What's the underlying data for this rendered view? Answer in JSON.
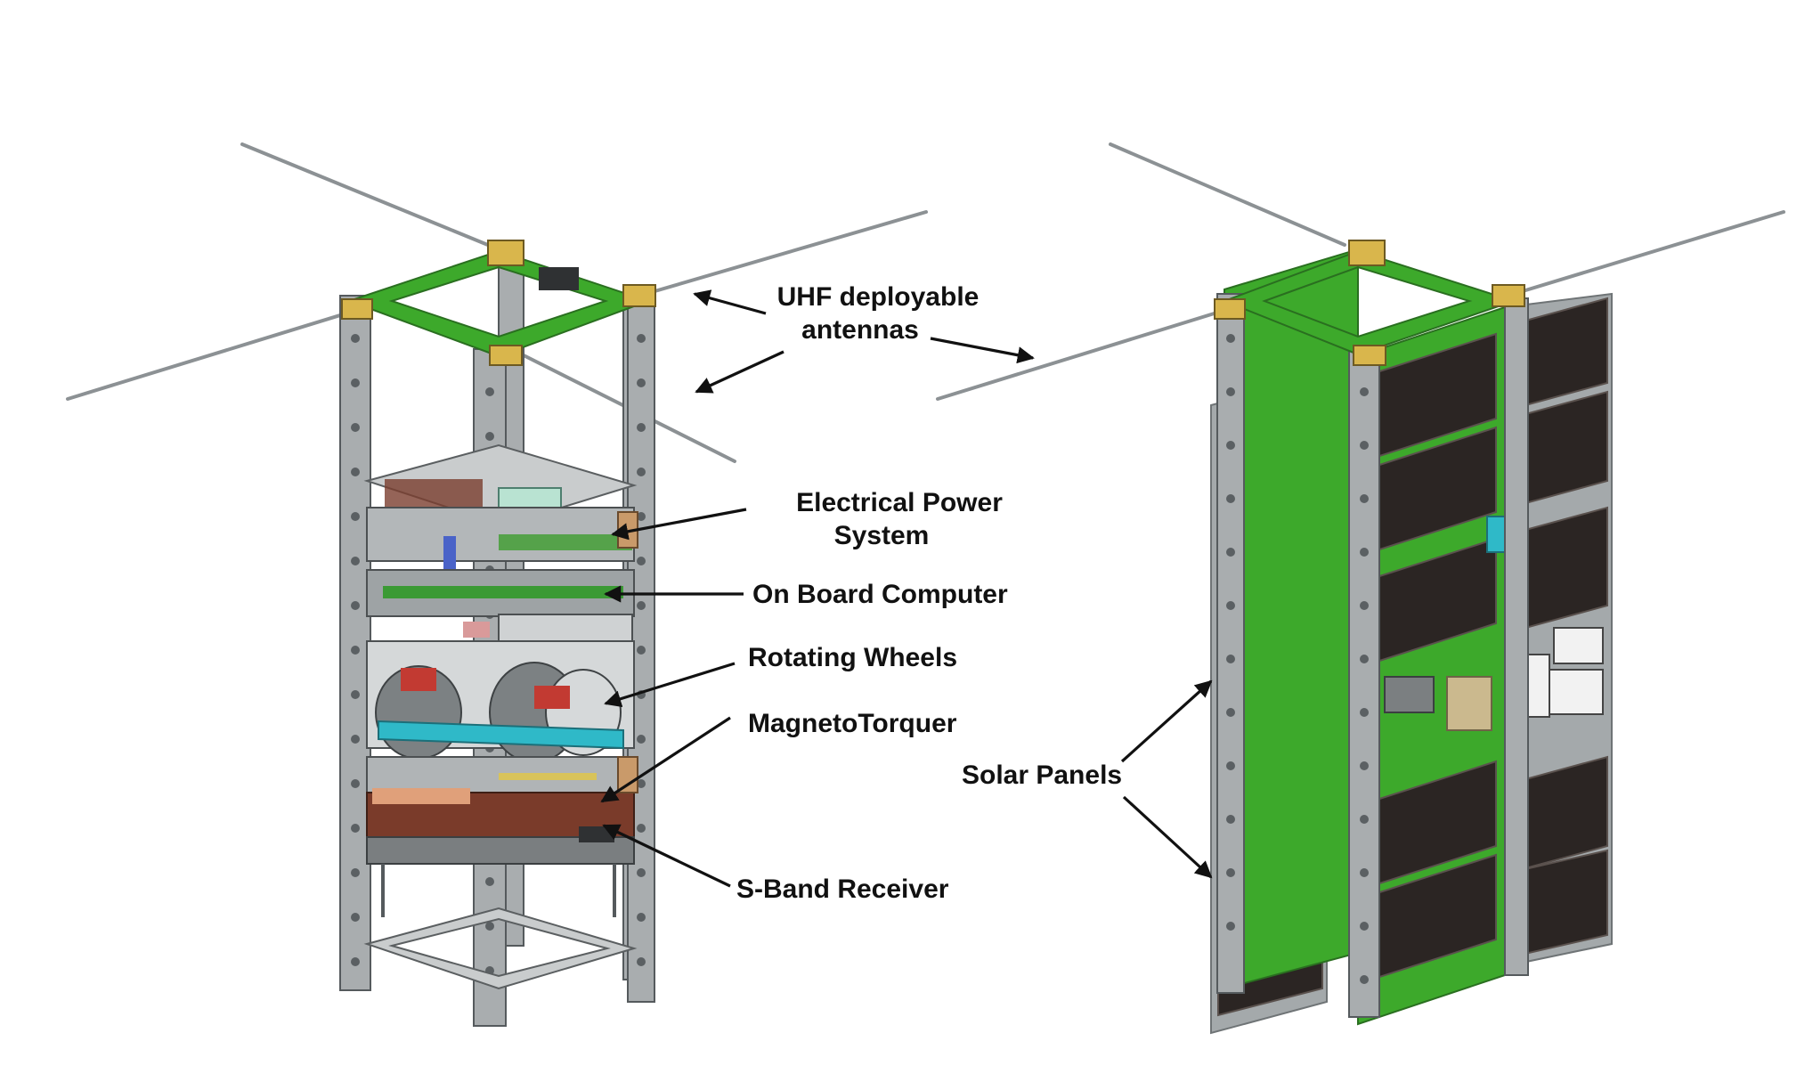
{
  "labels": {
    "uhf_line1": "UHF deployable",
    "uhf_line2": "antennas",
    "eps_line1": "Electrical Power",
    "eps_line2": "System",
    "obc": "On Board Computer",
    "wheels": "Rotating Wheels",
    "magnetorquer": "MagnetoTorquer",
    "sband": "S-Band Receiver",
    "solar": "Solar Panels"
  },
  "colors": {
    "pcb_green": "#3da92b",
    "frame_gray": "#a9adaf",
    "solar_cell": "#2b2523",
    "reaction_wheel_cyan": "#2fb9c8",
    "magnetorquer_brown": "#7a3b2a",
    "wheel_bracket_red": "#c23a32"
  }
}
